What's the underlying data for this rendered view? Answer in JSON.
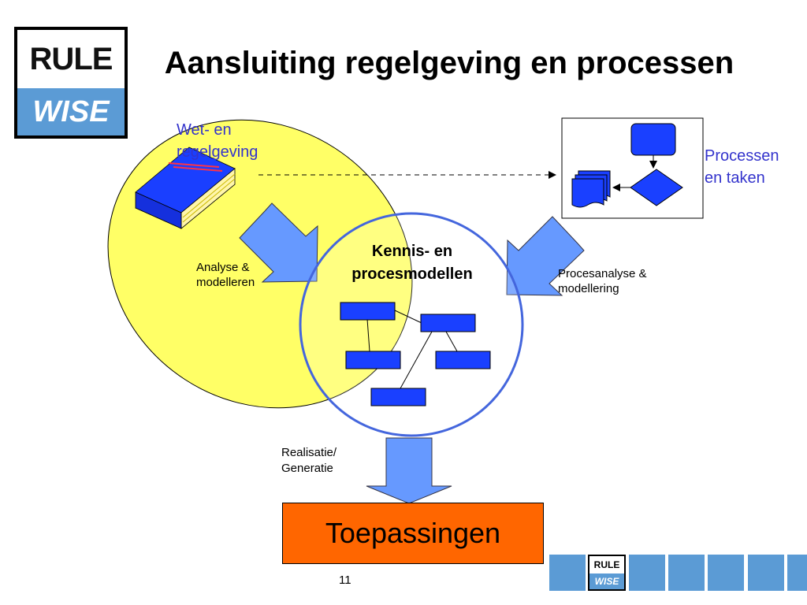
{
  "logo": {
    "top_text": "RULE",
    "bottom_text": "WISE"
  },
  "slide": {
    "title": "Aansluiting regelgeving en processen",
    "page_number": "11"
  },
  "wet": {
    "label_line1": "Wet- en",
    "label_line2": "regelgeving"
  },
  "processen": {
    "label_line1": "Processen",
    "label_line2": "en taken"
  },
  "kennis": {
    "label_line1": "Kennis- en",
    "label_line2": "procesmodellen"
  },
  "analyse": {
    "label_line1": "Analyse &",
    "label_line2": "modelleren"
  },
  "procesanalyse": {
    "label_line1": "Procesanalyse &",
    "label_line2": "modellering"
  },
  "realisatie": {
    "label_line1": "Realisatie/",
    "label_line2": "Generatie"
  },
  "toepassingen": {
    "label": "Toepassingen"
  },
  "colors": {
    "accent_blue": "#5b9bd5",
    "shape_blue": "#1a40ff",
    "arrow_blue": "#6699ff",
    "ellipse_yellow": "#ffff66",
    "output_orange": "#ff6600",
    "label_blue": "#3333cc"
  }
}
